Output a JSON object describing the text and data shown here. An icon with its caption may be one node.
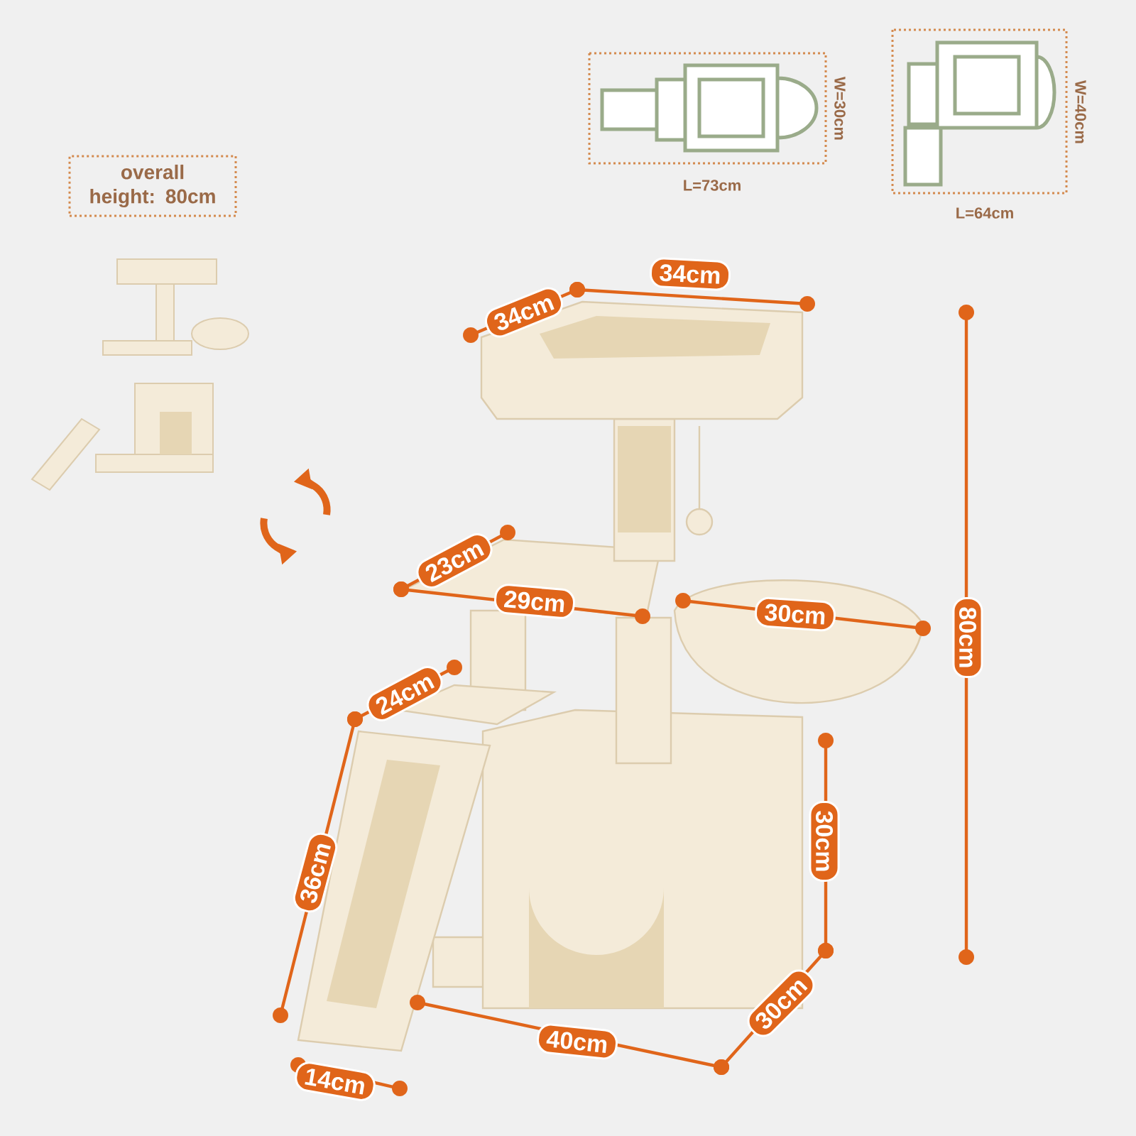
{
  "diagram": {
    "nodes": [
      {
        "text": [
          "overall height: 80cm"
        ]
      }
    ],
    "labels": [
      "W=30cm",
      "L=73cm",
      "W=40cm",
      "L=64cm",
      "34cm",
      "34cm",
      "80cm",
      "23cm",
      "29cm",
      "30cm",
      "24cm",
      "30cm",
      "36cm",
      "30cm",
      "40cm",
      "14cm"
    ]
  }
}
